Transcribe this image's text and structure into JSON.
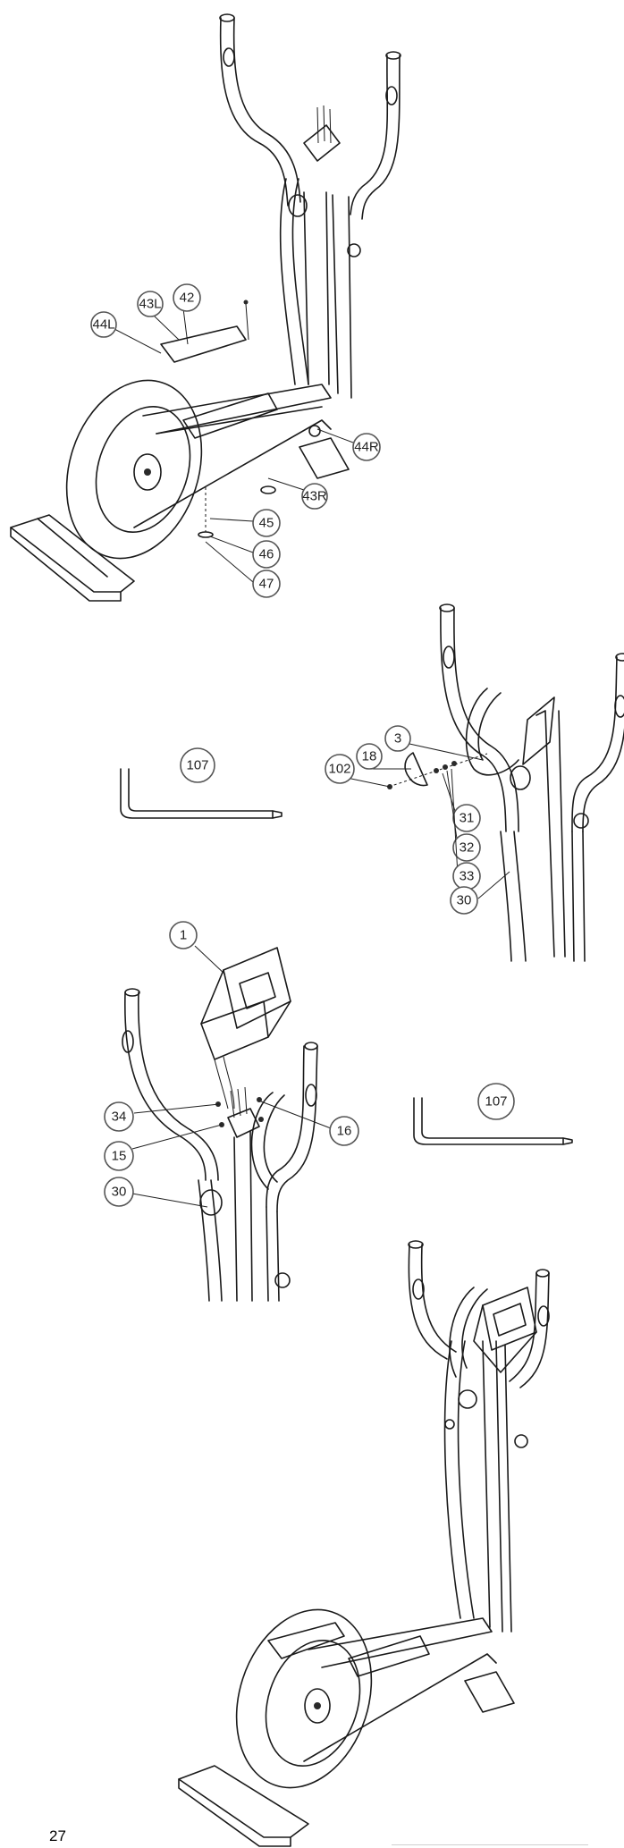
{
  "page_number": "27",
  "colors": {
    "line": "#1a1a1a",
    "callout_border": "#555555",
    "background": "#ffffff"
  },
  "callouts": {
    "c44L": "44L",
    "c43L": "43L",
    "c42": "42",
    "c44R": "44R",
    "c43R": "43R",
    "c45": "45",
    "c46": "46",
    "c47": "47",
    "c107a": "107",
    "c3": "3",
    "c18": "18",
    "c102": "102",
    "c31": "31",
    "c32": "32",
    "c33": "33",
    "c30a": "30",
    "c1": "1",
    "c34": "34",
    "c16": "16",
    "c15": "15",
    "c30b": "30",
    "c107b": "107"
  }
}
